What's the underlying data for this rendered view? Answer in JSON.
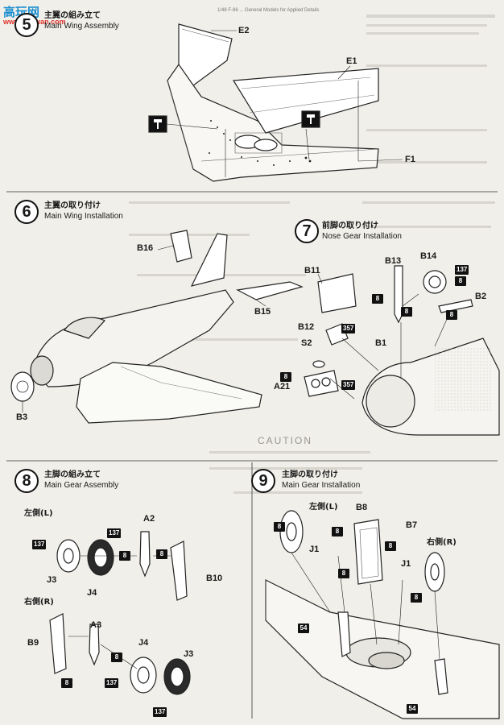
{
  "watermark": {
    "site_name": "高玩网",
    "url": "www.gaowan.com"
  },
  "background_text": {
    "top_line": "1/48 F-86 ... General Models for Applied Details",
    "caution_word": "CAUTION"
  },
  "steps": [
    {
      "number": "5",
      "title_jp": "主翼の組み立て",
      "title_en": "Main Wing Assembly"
    },
    {
      "number": "6",
      "title_jp": "主翼の取り付け",
      "title_en": "Main Wing Installation"
    },
    {
      "number": "7",
      "title_jp": "前脚の取り付け",
      "title_en": "Nose Gear Installation"
    },
    {
      "number": "8",
      "title_jp": "主脚の組み立て",
      "title_en": "Main Gear Assembly"
    },
    {
      "number": "9",
      "title_jp": "主脚の取り付け",
      "title_en": "Main Gear Installation"
    }
  ],
  "parts": {
    "E2": "E2",
    "E1": "E1",
    "F1": "F1",
    "B16": "B16",
    "B15": "B15",
    "B3": "B3",
    "B11": "B11",
    "B13": "B13",
    "B14": "B14",
    "B2": "B2",
    "B12": "B12",
    "S2": "S2",
    "B1": "B1",
    "A21": "A21",
    "A2": "A2",
    "J3": "J3",
    "J4": "J4",
    "B10": "B10",
    "A3": "A3",
    "B9": "B9",
    "J4b": "J4",
    "J3b": "J3",
    "B8": "B8",
    "B7": "B7",
    "J1a": "J1",
    "J1b": "J1"
  },
  "sides": {
    "left": "左側(L)",
    "right": "右側(R)"
  },
  "paint": {
    "c137": "137",
    "c8": "8",
    "c357": "357",
    "c54": "54"
  }
}
